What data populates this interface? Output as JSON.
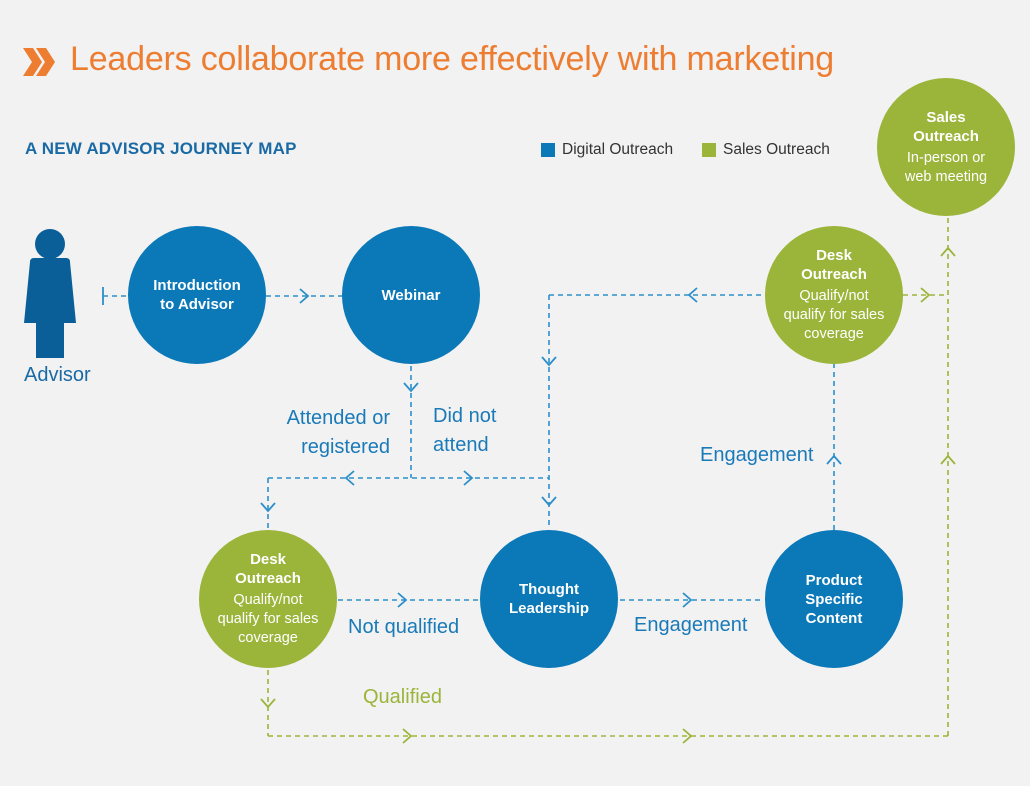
{
  "header": {
    "chevron_icon": "double-chevron-right-icon",
    "title": "Leaders collaborate more effectively with marketing"
  },
  "subtitle": "A NEW ADVISOR JOURNEY MAP",
  "legend": {
    "digital": {
      "label": "Digital Outreach",
      "color": "#0b78b8"
    },
    "sales": {
      "label": "Sales Outreach",
      "color": "#9bb43a"
    }
  },
  "actor": {
    "icon": "person-icon",
    "label": "Advisor"
  },
  "nodes": {
    "introduction": {
      "title": "Introduction\nto Advisor",
      "color": "#0b78b8"
    },
    "webinar": {
      "title": "Webinar",
      "color": "#0b78b8"
    },
    "desk_outreach_lower": {
      "title": "Desk\nOutreach",
      "sub": "Qualify/not\nqualify for sales\ncoverage",
      "color": "#9bb43a"
    },
    "thought_leadership": {
      "title": "Thought\nLeadership",
      "color": "#0b78b8"
    },
    "product_specific": {
      "title": "Product\nSpecific\nContent",
      "color": "#0b78b8"
    },
    "desk_outreach_upper": {
      "title": "Desk\nOutreach",
      "sub": "Qualify/not\nqualify for sales\ncoverage",
      "color": "#9bb43a"
    },
    "sales_outreach": {
      "title": "Sales\nOutreach",
      "sub": "In-person or\nweb meeting",
      "color": "#9bb43a"
    }
  },
  "edge_labels": {
    "attended": "Attended or\nregistered",
    "did_not_attend": "Did not\nattend",
    "not_qualified": "Not qualified",
    "engagement_horizontal": "Engagement",
    "engagement_vertical": "Engagement",
    "qualified": "Qualified"
  }
}
